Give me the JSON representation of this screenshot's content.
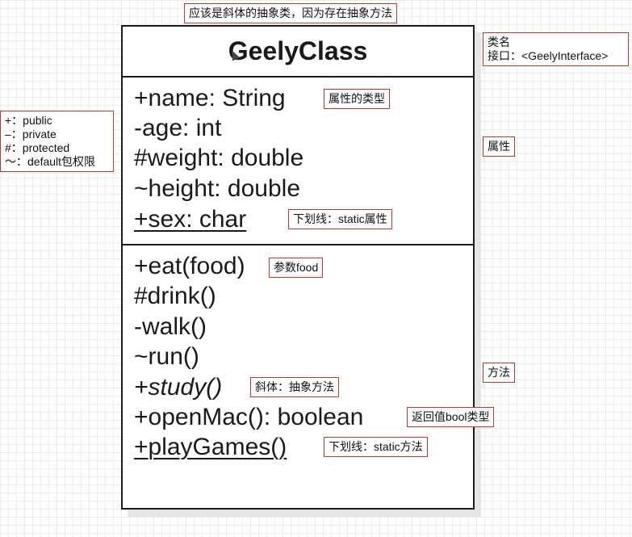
{
  "class_box": {
    "name": "GeelyClass",
    "attributes": [
      {
        "text": "+name: String",
        "underline": false
      },
      {
        "text": "-age: int",
        "underline": false
      },
      {
        "text": "#weight: double",
        "underline": false
      },
      {
        "text": "~height: double",
        "underline": false
      },
      {
        "text": "+sex: char",
        "underline": true
      }
    ],
    "methods": [
      {
        "text": "+eat(food)",
        "underline": false,
        "italic": false
      },
      {
        "text": "#drink()",
        "underline": false,
        "italic": false
      },
      {
        "text": "-walk()",
        "underline": false,
        "italic": false
      },
      {
        "text": "~run()",
        "underline": false,
        "italic": false
      },
      {
        "text": "+study()",
        "underline": false,
        "italic": true
      },
      {
        "text": "+openMac(): boolean",
        "underline": false,
        "italic": false
      },
      {
        "text": "+playGames()",
        "underline": true,
        "italic": false
      }
    ]
  },
  "annotations": {
    "abstract_class": "应该是斜体的抽象类，因为存在抽象方法",
    "class_name_label": "类名",
    "interface_label": "接口：<GeelyInterface>",
    "attr_type": "属性的类型",
    "attributes_label": "属性",
    "static_attr": "下划线：static属性",
    "param": "参数food",
    "methods_label": "方法",
    "abstract_method": "斜体：抽象方法",
    "return_value": "返回值bool类型",
    "static_method": "下划线：static方法",
    "visibility": [
      "+：public",
      "–：private",
      "#：protected",
      "～：default包权限"
    ]
  },
  "colors": {
    "annotation_border": "#c0392b",
    "uml_line": "#1a1a1a"
  }
}
